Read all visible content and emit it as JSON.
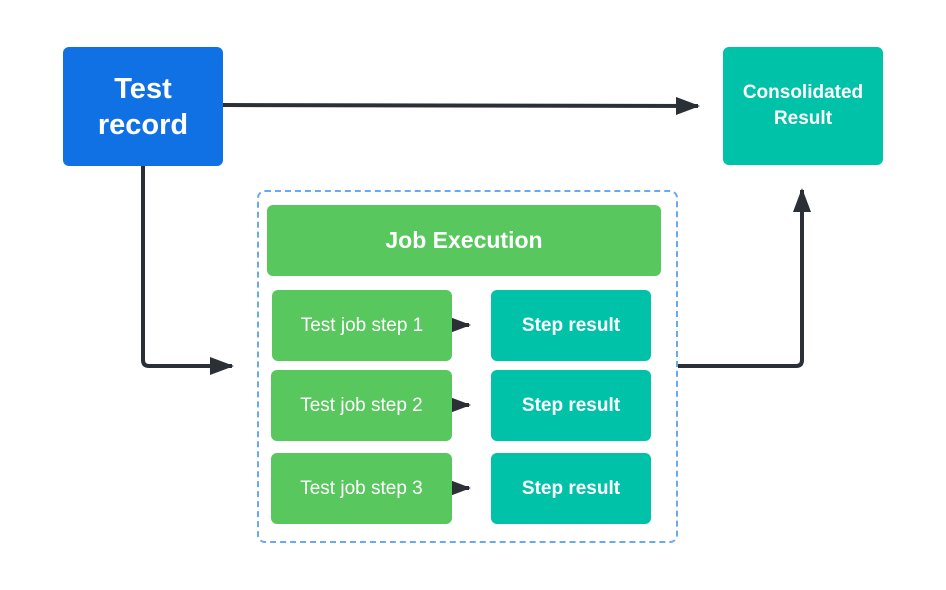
{
  "nodes": {
    "test_record": "Test record",
    "consolidated_result": "Consolidated Result",
    "job_execution": "Job Execution",
    "steps": [
      {
        "step": "Test job step 1",
        "result": "Step result"
      },
      {
        "step": "Test job step 2",
        "result": "Step result"
      },
      {
        "step": "Test job step 3",
        "result": "Step result"
      }
    ]
  },
  "colors": {
    "test_record": "#1071e5",
    "consolidated": "#00c2a8",
    "job_execution": "#57c75e",
    "step": "#57c75e",
    "result": "#00c2a8",
    "group_border": "#6aa9f0",
    "connector": "#2b2f36"
  }
}
